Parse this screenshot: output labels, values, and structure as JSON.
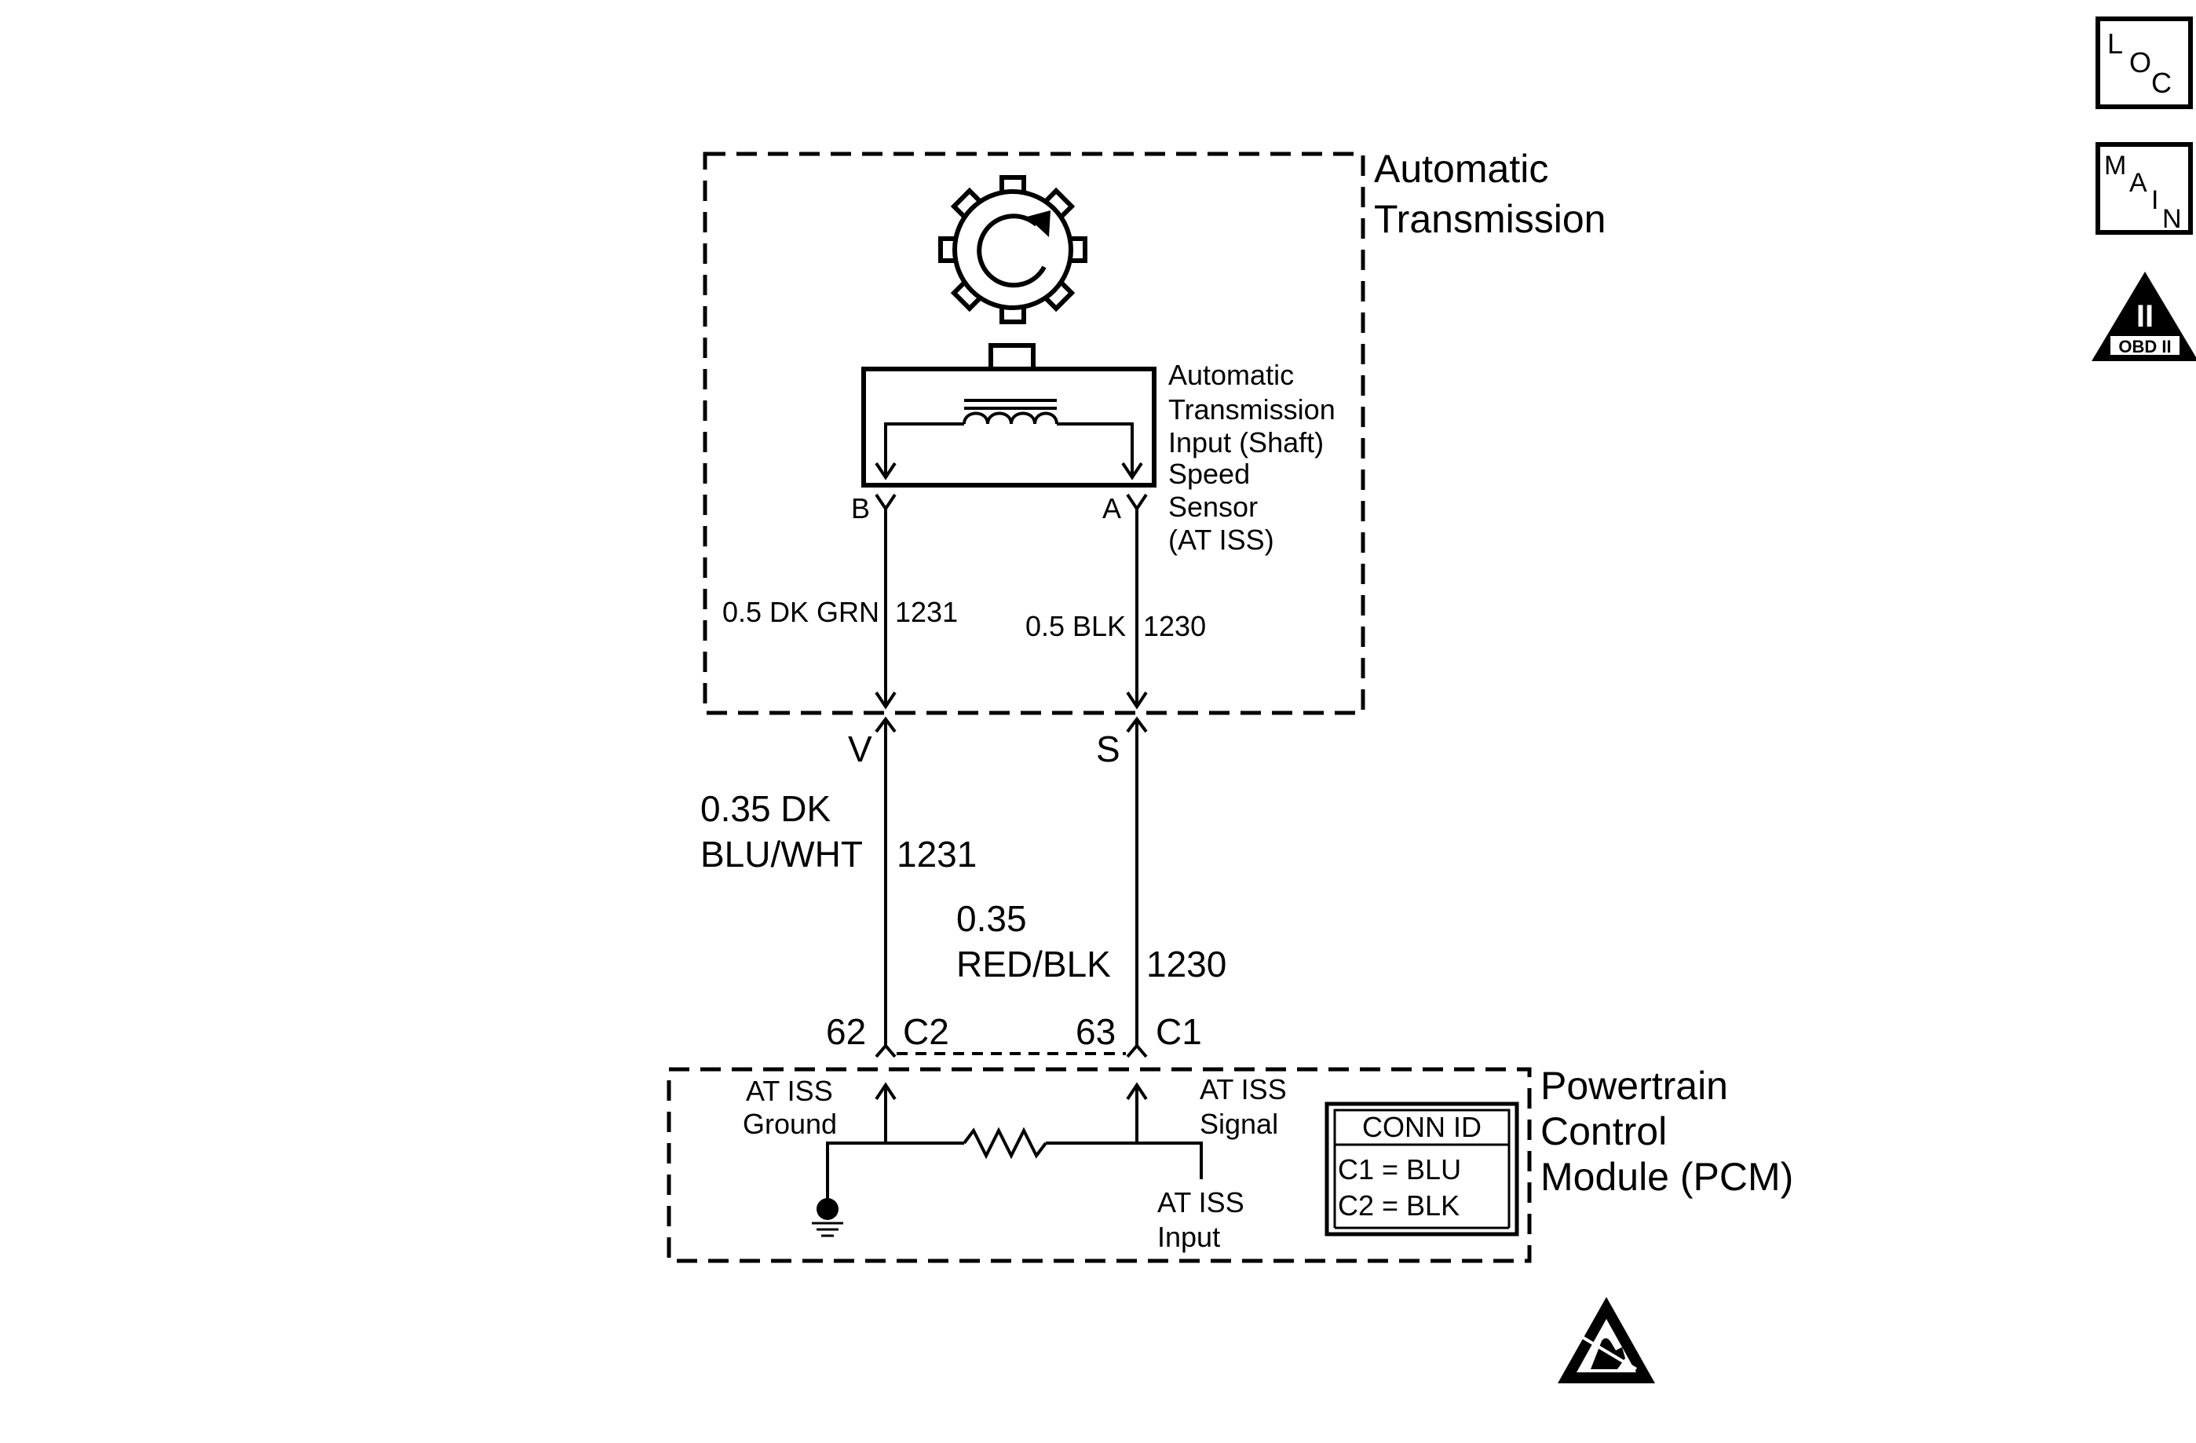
{
  "at": {
    "title_1": "Automatic",
    "title_2": "Transmission",
    "sensor_label": [
      "Automatic",
      "Transmission",
      "Input (Shaft)",
      "Speed",
      "Sensor",
      "(AT ISS)"
    ],
    "pin_b": "B",
    "pin_a": "A",
    "wire_left": "0.5 DK GRN",
    "wire_left_circuit": "1231",
    "wire_right": "0.5 BLK",
    "wire_right_circuit": "1230"
  },
  "inline": {
    "conn_v": "V",
    "conn_s": "S",
    "wire_left_1": "0.35 DK",
    "wire_left_2": "BLU/WHT",
    "wire_left_circuit": "1231",
    "wire_right_1": "0.35",
    "wire_right_2": "RED/BLK",
    "wire_right_circuit": "1230"
  },
  "pcm": {
    "title": [
      "Powertrain",
      "Control",
      "Module (PCM)"
    ],
    "pin_62": "62",
    "conn_c2": "C2",
    "pin_63": "63",
    "conn_c1": "C1",
    "ground_label": [
      "AT ISS",
      "Ground"
    ],
    "signal_label": [
      "AT ISS",
      "Signal"
    ],
    "input_label": [
      "AT ISS",
      "Input"
    ],
    "conn_id": {
      "header": "CONN ID",
      "rows": [
        "C1 = BLU",
        "C2 = BLK"
      ]
    }
  },
  "badges": {
    "loc": [
      "L",
      "O",
      "C"
    ],
    "main": [
      "M",
      "A",
      "I",
      "N"
    ],
    "obd_numeral": "II",
    "obd": "OBD II"
  },
  "icons": [
    "gear-rotation-icon",
    "coil-sensor-icon",
    "ground-icon",
    "resistor-icon",
    "esd-warning-icon",
    "obd-ii-badge-icon"
  ]
}
